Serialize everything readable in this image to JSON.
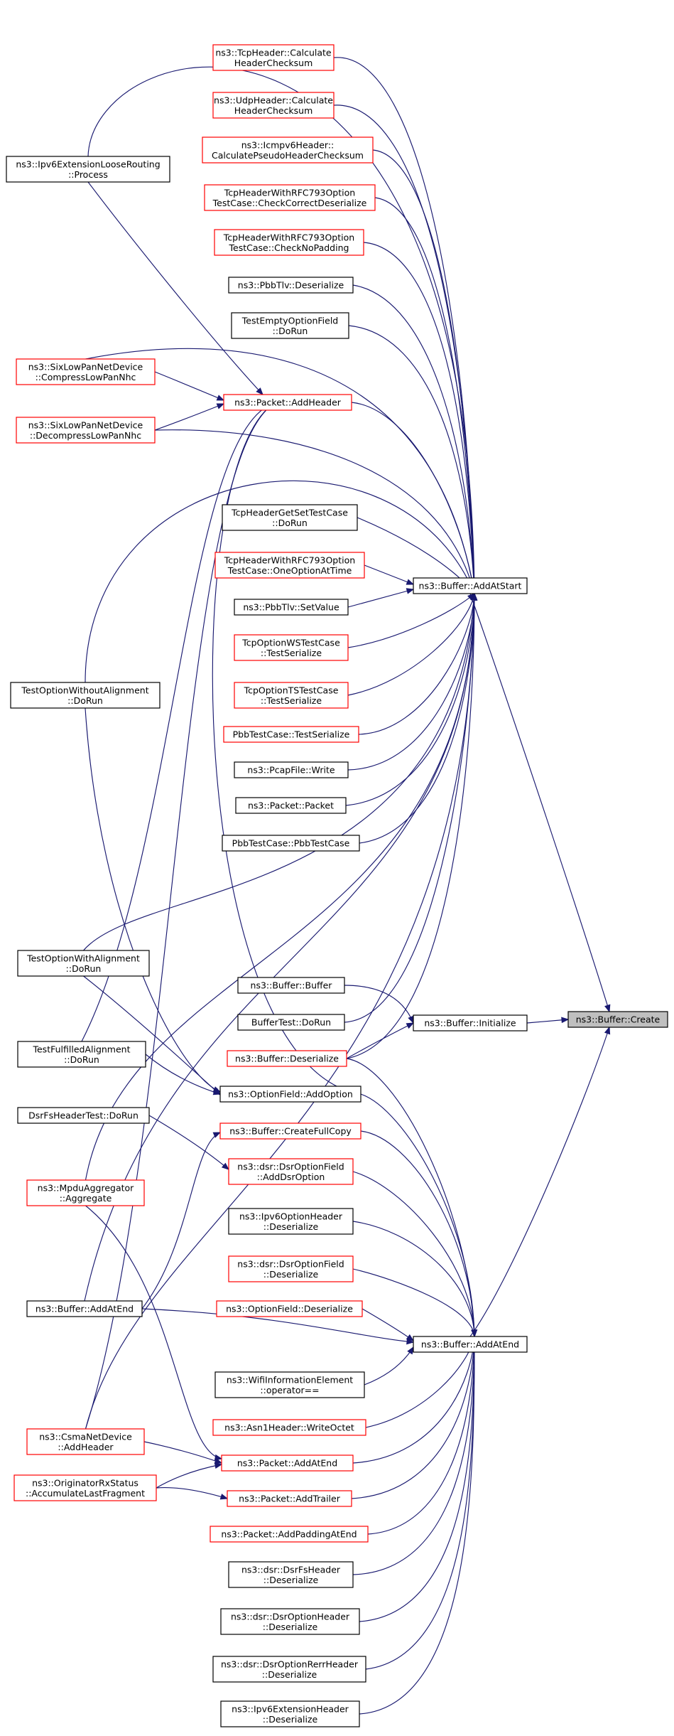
{
  "colors": {
    "edge": "#191970",
    "border_normal": "#000000",
    "border_truncated": "#ff0000",
    "highlight_fill": "#bfbfbf",
    "background": "#ffffff"
  },
  "nodes": {
    "create": [
      "ns3::Buffer::Create"
    ],
    "add_at_start": [
      "ns3::Buffer::AddAtStart"
    ],
    "initialize": [
      "ns3::Buffer::Initialize"
    ],
    "add_at_end": [
      "ns3::Buffer::AddAtEnd"
    ],
    "ipv6_loose": [
      "ns3::Ipv6ExtensionLooseRouting",
      "::Process"
    ],
    "tcp_calc": [
      "ns3::TcpHeader::Calculate",
      "HeaderChecksum"
    ],
    "udp_calc": [
      "ns3::UdpHeader::Calculate",
      "HeaderChecksum"
    ],
    "icmpv6_calc": [
      "ns3::Icmpv6Header::",
      "CalculatePseudoHeaderChecksum"
    ],
    "tcp_check_correct": [
      "TcpHeaderWithRFC793Option",
      "TestCase::CheckCorrectDeserialize"
    ],
    "tcp_check_nopad": [
      "TcpHeaderWithRFC793Option",
      "TestCase::CheckNoPadding"
    ],
    "pbbtlv_deser": [
      "ns3::PbbTlv::Deserialize"
    ],
    "test_empty_opt": [
      "TestEmptyOptionField",
      "::DoRun"
    ],
    "sixlow_compress": [
      "ns3::SixLowPanNetDevice",
      "::CompressLowPanNhc"
    ],
    "packet_add_header": [
      "ns3::Packet::AddHeader"
    ],
    "sixlow_decompress": [
      "ns3::SixLowPanNetDevice",
      "::DecompressLowPanNhc"
    ],
    "tcp_getset": [
      "TcpHeaderGetSetTestCase",
      "::DoRun"
    ],
    "tcp_one_opt": [
      "TcpHeaderWithRFC793Option",
      "TestCase::OneOptionAtTime"
    ],
    "pbbtlv_setvalue": [
      "ns3::PbbTlv::SetValue"
    ],
    "tcp_ws_ser": [
      "TcpOptionWSTestCase",
      "::TestSerialize"
    ],
    "tcp_ts_ser": [
      "TcpOptionTSTestCase",
      "::TestSerialize"
    ],
    "test_opt_without": [
      "TestOptionWithoutAlignment",
      "::DoRun"
    ],
    "pbb_test_ser": [
      "PbbTestCase::TestSerialize"
    ],
    "pcap_write": [
      "ns3::PcapFile::Write"
    ],
    "packet_packet": [
      "ns3::Packet::Packet"
    ],
    "pbb_testcase": [
      "PbbTestCase::PbbTestCase"
    ],
    "test_opt_with": [
      "TestOptionWithAlignment",
      "::DoRun"
    ],
    "buffer_buffer": [
      "ns3::Buffer::Buffer"
    ],
    "buffer_test": [
      "BufferTest::DoRun"
    ],
    "test_fulfilled": [
      "TestFulfilledAlignment",
      "::DoRun"
    ],
    "buffer_deser": [
      "ns3::Buffer::Deserialize"
    ],
    "optfield_add": [
      "ns3::OptionField::AddOption"
    ],
    "dsrfs_test": [
      "DsrFsHeaderTest::DoRun"
    ],
    "buffer_fullcopy": [
      "ns3::Buffer::CreateFullCopy"
    ],
    "mpdu_agg": [
      "ns3::MpduAggregator",
      "::Aggregate"
    ],
    "dsr_add_opt": [
      "ns3::dsr::DsrOptionField",
      "::AddDsrOption"
    ],
    "ipv6opt_deser": [
      "ns3::Ipv6OptionHeader",
      "::Deserialize"
    ],
    "dsr_optfield_deser": [
      "ns3::dsr::DsrOptionField",
      "::Deserialize"
    ],
    "buffer_addatend_left": [
      "ns3::Buffer::AddAtEnd"
    ],
    "optfield_deser": [
      "ns3::OptionField::Deserialize"
    ],
    "wifi_ie": [
      "ns3::WifiInformationElement",
      "::operator=="
    ],
    "asn1_write": [
      "ns3::Asn1Header::WriteOctet"
    ],
    "csma_add": [
      "ns3::CsmaNetDevice",
      "::AddHeader"
    ],
    "packet_addatend": [
      "ns3::Packet::AddAtEnd"
    ],
    "originator": [
      "ns3::OriginatorRxStatus",
      "::AccumulateLastFragment"
    ],
    "packet_addtrailer": [
      "ns3::Packet::AddTrailer"
    ],
    "packet_addpad": [
      "ns3::Packet::AddPaddingAtEnd"
    ],
    "dsrfs_deser": [
      "ns3::dsr::DsrFsHeader",
      "::Deserialize"
    ],
    "dsr_opthdr_deser": [
      "ns3::dsr::DsrOptionHeader",
      "::Deserialize"
    ],
    "dsr_rerr_deser": [
      "ns3::dsr::DsrOptionRerrHeader",
      "::Deserialize"
    ],
    "ipv6ext_deser": [
      "ns3::Ipv6ExtensionHeader",
      "::Deserialize"
    ]
  }
}
